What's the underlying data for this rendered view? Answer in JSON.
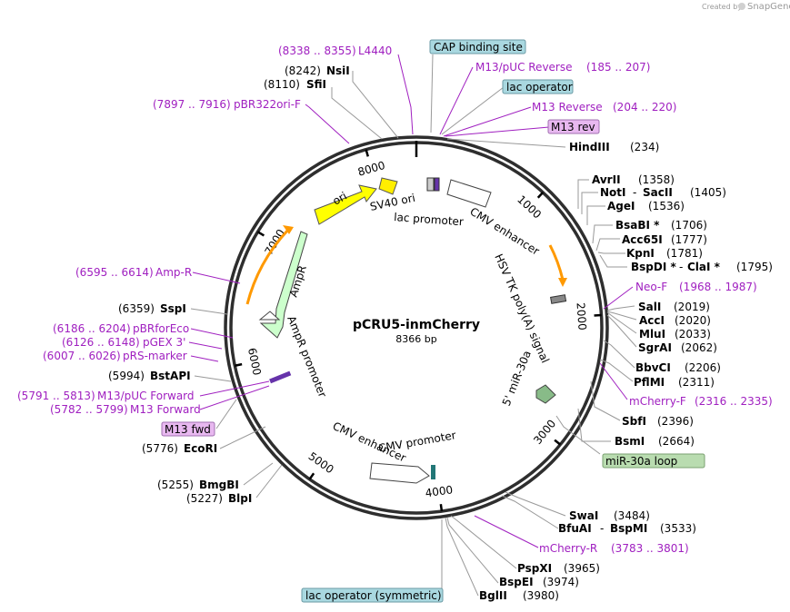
{
  "credit": {
    "text": "Created by",
    "brand": "SnapGene"
  },
  "map": {
    "name": "pCRU5-inmCherry",
    "length_text": "8366 bp",
    "length": 8366,
    "ticks": [
      {
        "pos": 1000,
        "label": "1000"
      },
      {
        "pos": 2000,
        "label": "2000"
      },
      {
        "pos": 3000,
        "label": "3000"
      },
      {
        "pos": 4000,
        "label": "4000"
      },
      {
        "pos": 5000,
        "label": "5000"
      },
      {
        "pos": 6000,
        "label": "6000"
      },
      {
        "pos": 7000,
        "label": "7000"
      },
      {
        "pos": 8000,
        "label": "8000"
      }
    ]
  },
  "colors": {
    "backbone": "#333333",
    "primer": "#a020c0",
    "ori": "#ffff00",
    "ampr": "#ccffcc",
    "orange": "#ff9900",
    "mirna": "#88bb88",
    "box_blue": "#a9d8e0",
    "box_pink": "#e8b8f0",
    "box_green": "#b9dcb0"
  },
  "enzymes_right": [
    {
      "name": "NsiI",
      "pos": "(8242)",
      "side": "left"
    },
    {
      "name": "SfiI",
      "pos": "(8110)",
      "side": "left"
    },
    {
      "name": "HindIII",
      "pos": "(234)",
      "side": "right"
    },
    {
      "name": "AvrII",
      "pos": "(1358)",
      "side": "right"
    },
    {
      "name": "NotI",
      "name2": "SacII",
      "pos": "(1405)",
      "side": "right"
    },
    {
      "name": "AgeI",
      "pos": "(1536)",
      "side": "right"
    },
    {
      "name": "BsaBI *",
      "pos": "(1706)",
      "side": "right"
    },
    {
      "name": "Acc65I",
      "pos": "(1777)",
      "side": "right"
    },
    {
      "name": "KpnI",
      "pos": "(1781)",
      "side": "right"
    },
    {
      "name": "BspDI *",
      "name2": "ClaI *",
      "pos": "(1795)",
      "side": "right"
    },
    {
      "name": "SalI",
      "pos": "(2019)",
      "side": "right"
    },
    {
      "name": "AccI",
      "pos": "(2020)",
      "side": "right"
    },
    {
      "name": "MluI",
      "pos": "(2033)",
      "side": "right"
    },
    {
      "name": "SgrAI",
      "pos": "(2062)",
      "side": "right"
    },
    {
      "name": "BbvCI",
      "pos": "(2206)",
      "side": "right"
    },
    {
      "name": "PflMI",
      "pos": "(2311)",
      "side": "right"
    },
    {
      "name": "SbfI",
      "pos": "(2396)",
      "side": "right"
    },
    {
      "name": "BsmI",
      "pos": "(2664)",
      "side": "right"
    },
    {
      "name": "SwaI",
      "pos": "(3484)",
      "side": "right"
    },
    {
      "name": "BfuAI",
      "name2": "BspMI",
      "pos": "(3533)",
      "side": "right"
    },
    {
      "name": "PspXI",
      "pos": "(3965)",
      "side": "right"
    },
    {
      "name": "BspEI",
      "pos": "(3974)",
      "side": "right"
    },
    {
      "name": "BglII",
      "pos": "(3980)",
      "side": "right"
    },
    {
      "name": "SspI",
      "pos": "(6359)",
      "side": "left"
    },
    {
      "name": "BstAPI",
      "pos": "(5994)",
      "side": "left"
    },
    {
      "name": "EcoRI",
      "pos": "(5776)",
      "side": "left"
    },
    {
      "name": "BmgBI",
      "pos": "(5255)",
      "side": "left"
    },
    {
      "name": "BlpI",
      "pos": "(5227)",
      "side": "left"
    }
  ],
  "primers": [
    {
      "name": "L4440",
      "range": "(8338 .. 8355)"
    },
    {
      "name": "M13/pUC Reverse",
      "range": "(185 .. 207)"
    },
    {
      "name": "M13 Reverse",
      "range": "(204 .. 220)"
    },
    {
      "name": "pBR322ori-F",
      "range": "(7897 .. 7916)"
    },
    {
      "name": "Neo-F",
      "range": "(1968 .. 1987)"
    },
    {
      "name": "mCherry-F",
      "range": "(2316 .. 2335)"
    },
    {
      "name": "mCherry-R",
      "range": "(3783 .. 3801)"
    },
    {
      "name": "Amp-R",
      "range": "(6595 .. 6614)"
    },
    {
      "name": "pBRforEco",
      "range": "(6186 .. 6204)"
    },
    {
      "name": "pGEX 3'",
      "range": "(6126 .. 6148)"
    },
    {
      "name": "pRS-marker",
      "range": "(6007 .. 6026)"
    },
    {
      "name": "M13/pUC Forward",
      "range": "(5791 .. 5813)"
    },
    {
      "name": "M13 Forward",
      "range": "(5782 .. 5799)"
    }
  ],
  "boxed_features": [
    {
      "name": "CAP binding site"
    },
    {
      "name": "lac operator"
    },
    {
      "name": "M13 rev"
    },
    {
      "name": "miR-30a loop"
    },
    {
      "name": "M13 fwd"
    },
    {
      "name": "lac operator (symmetric)"
    }
  ],
  "features": [
    {
      "name": "ori"
    },
    {
      "name": "SV40 ori"
    },
    {
      "name": "lac promoter"
    },
    {
      "name": "CMV enhancer"
    },
    {
      "name": "HSV TK poly(A) signal"
    },
    {
      "name": "5' miR-30a"
    },
    {
      "name": "CMV promoter"
    },
    {
      "name": "CMV enhancer"
    },
    {
      "name": "AmpR promoter"
    },
    {
      "name": "AmpR"
    }
  ]
}
